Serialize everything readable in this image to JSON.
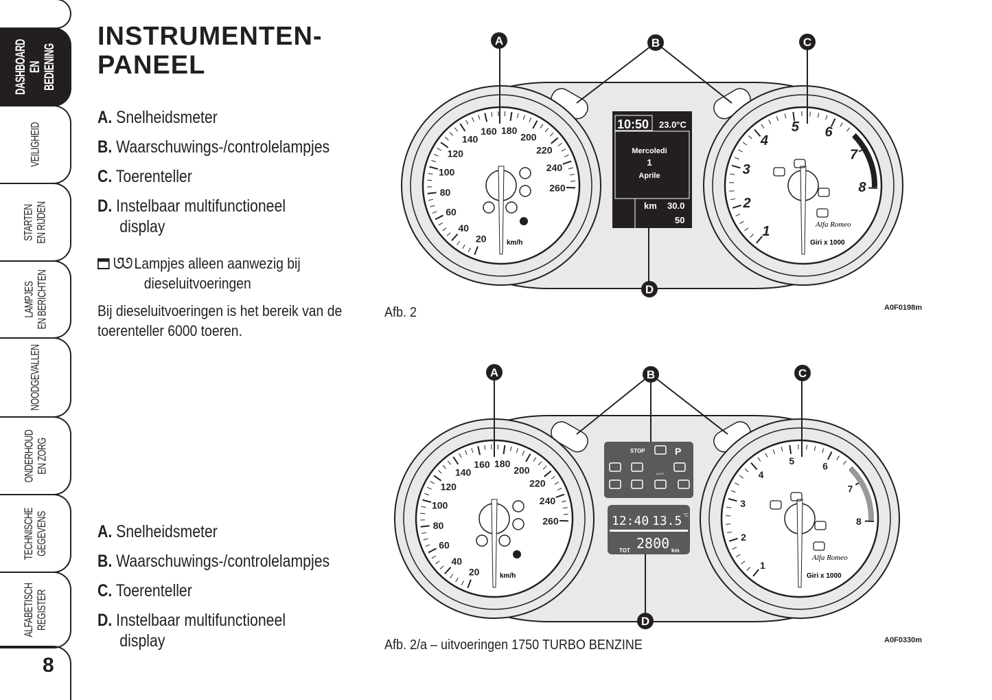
{
  "sidebar": {
    "tabs": [
      {
        "label": "DASHBOARD\nEN\nBEDIENING",
        "active": true
      },
      {
        "label": "VEILIGHEID"
      },
      {
        "label": "STARTEN\nEN RIJDEN"
      },
      {
        "label": "LAMPJES\nEN BERICHTEN"
      },
      {
        "label": "NOODGEVALLEN"
      },
      {
        "label": "ONDERHOUD\nEN ZORG"
      },
      {
        "label": "TECHNISCHE\nGEGEVENS"
      },
      {
        "label": "ALFABETISCH\nREGISTER"
      }
    ],
    "page_number": "8"
  },
  "title": {
    "line1": "INSTRUMENTEN-",
    "line2": "PANEEL"
  },
  "list1": [
    {
      "key": "A.",
      "text": "Snelheidsmeter"
    },
    {
      "key": "B.",
      "text": "Waarschuwings-/controlelampjes"
    },
    {
      "key": "C.",
      "text": "Toerenteller"
    },
    {
      "key": "D.",
      "text": "Instelbaar multifunctioneel",
      "text2": "display"
    }
  ],
  "diesel_note": {
    "line1": "Lampjes alleen aanwezig bij",
    "line2": "dieseluitvoeringen",
    "icons": [
      "diesel-filter-icon",
      "glow-plug-icon"
    ]
  },
  "paragraph": {
    "line1": "Bij dieseluitvoeringen is het bereik van de",
    "line2": "toerenteller 6000 toeren."
  },
  "list2": [
    {
      "key": "A.",
      "text": "Snelheidsmeter"
    },
    {
      "key": "B.",
      "text": "Waarschuwings-/controlelampjes"
    },
    {
      "key": "C.",
      "text": "Toerenteller"
    },
    {
      "key": "D.",
      "text": "Instelbaar multifunctioneel",
      "text2": "display"
    }
  ],
  "figure1": {
    "caption": "Afb. 2",
    "code": "A0F0198m",
    "callouts": [
      "A",
      "B",
      "C",
      "D"
    ],
    "speed_labels": [
      "20",
      "40",
      "60",
      "80",
      "100",
      "120",
      "140",
      "160",
      "180",
      "200",
      "220",
      "240",
      "260"
    ],
    "speed_unit": "km/h",
    "rpm_labels": [
      "1",
      "2",
      "3",
      "4",
      "5",
      "6",
      "7",
      "8"
    ],
    "rpm_unit": "Giri x 1000",
    "brand": "Alfa Romeo",
    "display": {
      "time": "10:50",
      "temp": "23.0°C",
      "day": "Mercoledi",
      "date": "1",
      "month": "Aprile",
      "km_label": "km",
      "trip": "30.0",
      "value": "50"
    }
  },
  "figure2": {
    "caption": "Afb. 2/a – uitvoeringen 1750 TURBO BENZINE",
    "code": "A0F0330m",
    "callouts": [
      "A",
      "B",
      "C",
      "D"
    ],
    "speed_labels": [
      "20",
      "40",
      "60",
      "80",
      "100",
      "120",
      "140",
      "160",
      "180",
      "200",
      "220",
      "240",
      "260"
    ],
    "speed_unit": "km/h",
    "rpm_labels": [
      "1",
      "2",
      "3",
      "4",
      "5",
      "6",
      "7",
      "8"
    ],
    "rpm_unit": "Giri x 1000",
    "brand": "Alfa Romeo",
    "warning_panel": {
      "stop_label": "STOP",
      "auto_label": "AUTO",
      "parking_label": "P"
    },
    "display": {
      "time": "12:40",
      "temp": "13.5",
      "temp_unit": "°C",
      "tot_label": "TOT",
      "odo": "2800",
      "km_label": "km"
    }
  }
}
